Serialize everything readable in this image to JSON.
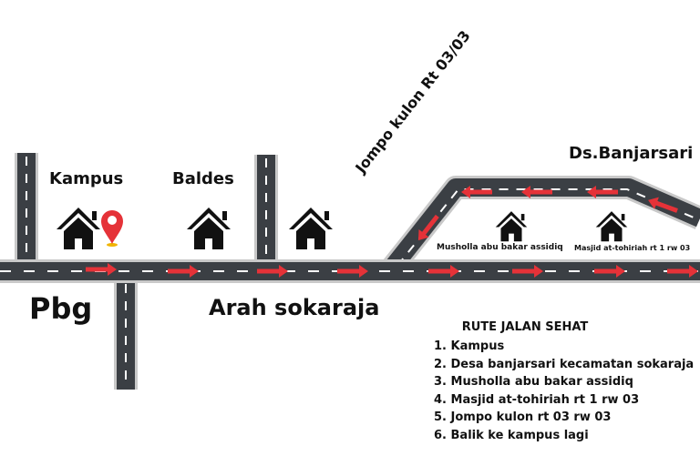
{
  "places": {
    "kampus": "Kampus",
    "baldes": "Baldes",
    "pbg": "Pbg",
    "arah": "Arah sokaraja",
    "banjarsari": "Ds.Banjarsari",
    "jompo": "Jompo kulon Rt 03/03",
    "musholla": "Musholla abu bakar assidiq",
    "masjid": "Masjid at-tohiriah rt 1 rw 03"
  },
  "route": {
    "title": "RUTE JALAN SEHAT",
    "items": [
      "1. Kampus",
      "2. Desa banjarsari kecamatan sokaraja",
      "3. Musholla abu bakar assidiq",
      "4. Masjid at-tohiriah rt 1 rw 03",
      "5. Jompo kulon rt 03 rw 03",
      "6. Balik ke kampus lagi"
    ]
  },
  "colors": {
    "road": "#3b3f44",
    "road_edge": "#c9c9c9",
    "lane_mark": "#ffffff",
    "arrow": "#e53238",
    "pin": "#e53238",
    "house": "#111111"
  },
  "icons": [
    "house-icon",
    "location-pin-icon",
    "direction-arrow-icon"
  ]
}
